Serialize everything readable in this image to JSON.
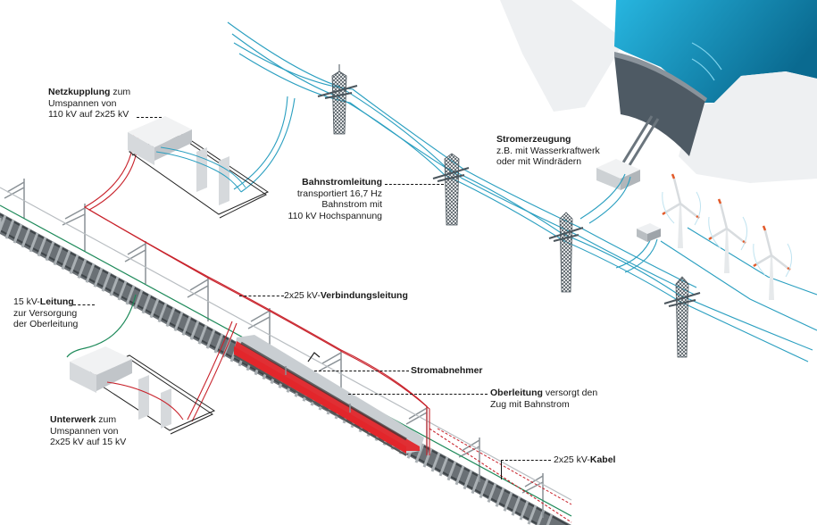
{
  "colors": {
    "water_light": "#1fb1dc",
    "water_dark": "#0a6f96",
    "dam": "#4e5a64",
    "dam_rim": "#8a939b",
    "rock": "#eef0f2",
    "catenary_red": "#c8222b",
    "feeder_green": "#1e8a5a",
    "hv_blue": "#2a9fc0",
    "rail": "#5b6266",
    "train_red": "#e2262b",
    "train_grey": "#c9ced2",
    "rotor_tip": "#e25a2a"
  },
  "labels": {
    "netzkupplung": {
      "title": "Netzkupplung",
      "rest": " zum",
      "line2": "Umspannen von",
      "line3": "110 kV auf 2x25 kV"
    },
    "bahnstromleitung": {
      "title": "Bahnstromleitung",
      "line2": "transportiert 16,7 Hz",
      "line3": "Bahnstrom mit",
      "line4": "110 kV Hochspannung"
    },
    "stromerzeugung": {
      "title": "Stromerzeugung",
      "line2": "z.B. mit Wasserkraftwerk",
      "line3": "oder mit Windrädern"
    },
    "leitung15": {
      "prefix": "15 kV-",
      "title": "Leitung",
      "line2": "zur Versorgung",
      "line3": "der Oberleitung"
    },
    "verbindungsleitung": {
      "prefix": "2x25 kV-",
      "title": "Verbindungsleitung"
    },
    "unterwerk": {
      "title": "Unterwerk",
      "rest": " zum",
      "line2": "Umspannen von",
      "line3": "2x25 kV auf 15 kV"
    },
    "stromabnehmer": {
      "title": "Stromabnehmer"
    },
    "oberleitung": {
      "title": "Oberleitung",
      "rest": " versorgt den",
      "line2": "Zug mit Bahnstrom"
    },
    "kabel": {
      "prefix": "2x25 kV-",
      "title": "Kabel"
    }
  }
}
